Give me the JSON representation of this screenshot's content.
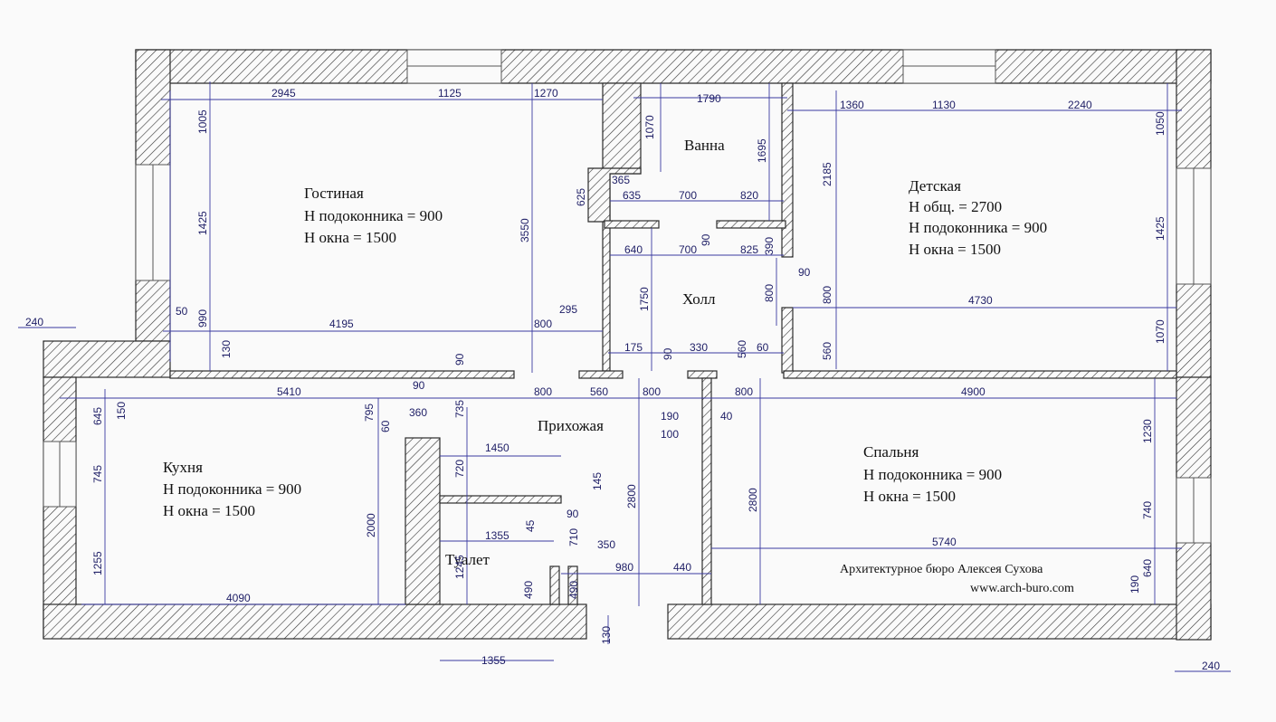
{
  "rooms": {
    "living": {
      "name": "Гостиная",
      "line1": "Н подоконника = 900",
      "line2": "Н окна = 1500"
    },
    "bath": {
      "name": "Ванна"
    },
    "children": {
      "name": "Детская",
      "line1": "Н общ. = 2700",
      "line2": "Н подоконника = 900",
      "line3": "Н окна = 1500"
    },
    "hall": {
      "name": "Холл"
    },
    "kitchen": {
      "name": "Кухня",
      "line1": "Н подоконника = 900",
      "line2": "Н окна = 1500"
    },
    "entrance": {
      "name": "Прихожая"
    },
    "bedroom": {
      "name": "Спальня",
      "line1": "Н подоконника = 900",
      "line2": "Н окна = 1500"
    },
    "toilet": {
      "name": "Туалет"
    }
  },
  "credit": {
    "line1": "Архитектурное бюро Алексея Сухова",
    "line2": "www.arch-buro.com"
  },
  "dimensions": {
    "living_top": [
      "2945",
      "1125",
      "1270"
    ],
    "living_left": [
      "1005",
      "1425",
      "990"
    ],
    "living_height": "3550",
    "living_width": "4195",
    "living_misc": [
      "50",
      "130",
      "295",
      "800"
    ],
    "bath_width": "1790",
    "bath_left_h": "1070",
    "bath_right_h": "1695",
    "bath_small": [
      "365",
      "625"
    ],
    "bath_bottom": [
      "635",
      "700",
      "820"
    ],
    "hall_top": [
      "640",
      "700",
      "90",
      "825",
      "390"
    ],
    "hall_height": "1750",
    "hall_right": [
      "800",
      "90"
    ],
    "hall_bottom": [
      "175",
      "90",
      "330",
      "560",
      "60"
    ],
    "children_top": [
      "1360",
      "1130",
      "2240"
    ],
    "children_left": "2185",
    "children_right": [
      "1050",
      "1425",
      "1070"
    ],
    "children_width": "4730",
    "children_misc": [
      "800",
      "560"
    ],
    "left_240": "240",
    "corridor": [
      "5410",
      "800",
      "560",
      "800",
      "800",
      "4900"
    ],
    "kitchen_left": [
      "645",
      "745",
      "1255"
    ],
    "kitchen_misc": [
      "150",
      "90",
      "360",
      "60",
      "795",
      "735"
    ],
    "kitchen_height": "2000",
    "kitchen_width": "4090",
    "entrance_misc": [
      "90",
      "1450",
      "720",
      "190",
      "100",
      "40",
      "2800"
    ],
    "toilet_misc": [
      "145",
      "90",
      "45",
      "710",
      "1355",
      "1245",
      "350",
      "980",
      "440",
      "490",
      "490"
    ],
    "bottom": [
      "1355",
      "130"
    ],
    "bedroom_height": "2800",
    "bedroom_right": [
      "1230",
      "740",
      "640",
      "190"
    ],
    "bedroom_width": "5740",
    "right_240": "240"
  }
}
